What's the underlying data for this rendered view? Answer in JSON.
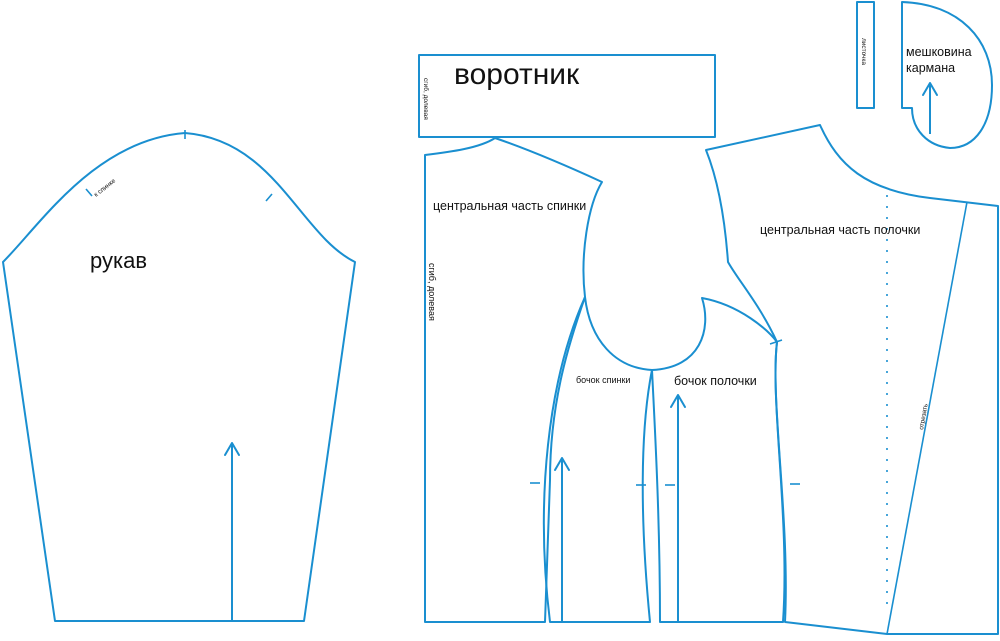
{
  "colors": {
    "line": "#1a8fd0",
    "text": "#111111",
    "background": "#ffffff"
  },
  "labels": {
    "sleeve": "рукав",
    "sleeve_notch": "к спинке",
    "collar": "воротник",
    "collar_fold": "сгиб, долевая",
    "back_center": "центральная часть спинки",
    "back_fold": "сгиб, долевая",
    "back_side": "бочок спинки",
    "front_side": "бочок полочки",
    "front_center": "центральная часть полочки",
    "cut_off": "отрезать",
    "welt": "листочка",
    "pocket_bag": "мешковина кармана"
  }
}
